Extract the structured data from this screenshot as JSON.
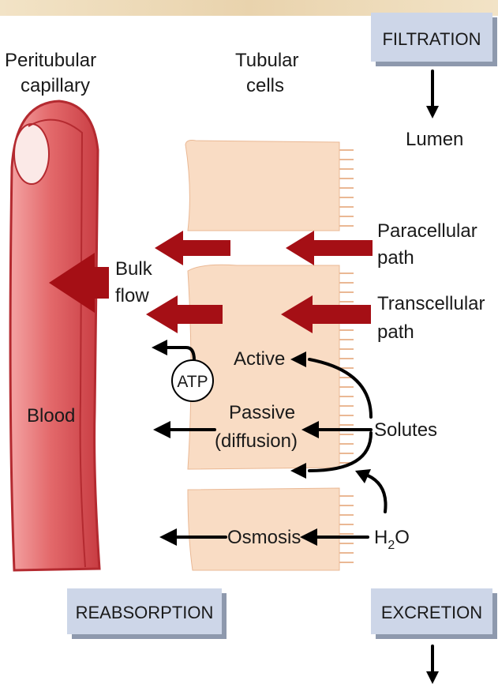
{
  "labels": {
    "peritubular_1": "Peritubular",
    "peritubular_2": "capillary",
    "tubular_1": "Tubular",
    "tubular_2": "cells",
    "filtration": "FILTRATION",
    "lumen": "Lumen",
    "paracellular_1": "Paracellular",
    "paracellular_2": "path",
    "transcellular_1": "Transcellular",
    "transcellular_2": "path",
    "bulk_1": "Bulk",
    "bulk_2": "flow",
    "active": "Active",
    "atp": "ATP",
    "blood": "Blood",
    "passive_1": "Passive",
    "passive_2": "(diffusion)",
    "solutes": "Solutes",
    "osmosis": "Osmosis",
    "h2o_h": "H",
    "h2o_sub": "2",
    "h2o_o": "O",
    "reabsorption": "REABSORPTION",
    "excretion": "EXCRETION"
  },
  "colors": {
    "capillary_fill": "#e0686a",
    "capillary_edge": "#b42a30",
    "cell_fill": "#f8dcc4",
    "flow_arrow": "#a50f15",
    "label_box": "#cdd6e8",
    "label_box_shadow": "#8e99ad"
  }
}
